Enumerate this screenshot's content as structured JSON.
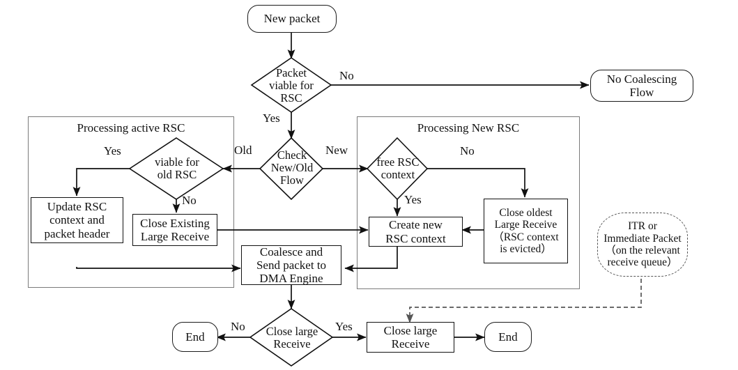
{
  "diagram": {
    "title": "RSC (Receive Side Coalescing) packet processing flowchart",
    "type": "flowchart",
    "colors": {
      "stroke": "#111111",
      "group_stroke": "#7a7a7a",
      "dashed_stroke": "#555555",
      "background": "#ffffff"
    },
    "groups": [
      {
        "id": "group-active",
        "label": "Processing active RSC"
      },
      {
        "id": "group-new",
        "label": "Processing New RSC"
      }
    ],
    "nodes": [
      {
        "id": "new-packet",
        "shape": "terminal",
        "label": "New packet"
      },
      {
        "id": "packet-viable",
        "shape": "decision",
        "label": "Packet\nviable for\nRSC"
      },
      {
        "id": "no-coalescing",
        "shape": "terminal",
        "label": "No Coalescing\nFlow"
      },
      {
        "id": "check-new-old",
        "shape": "decision",
        "label": "Check\nNew/Old\nFlow"
      },
      {
        "id": "viable-old-rsc",
        "shape": "decision",
        "label": "viable for\nold RSC"
      },
      {
        "id": "update-rsc",
        "shape": "process",
        "label": "Update RSC\ncontext and\npacket header"
      },
      {
        "id": "close-existing",
        "shape": "process",
        "label": "Close Existing\nLarge Receive"
      },
      {
        "id": "free-rsc-context",
        "shape": "decision",
        "label": "free RSC\ncontext"
      },
      {
        "id": "create-new-rsc",
        "shape": "process",
        "label": "Create new\nRSC context"
      },
      {
        "id": "close-oldest",
        "shape": "process",
        "label": "Close oldest\nLarge Receive\n（RSC context\nis evicted）"
      },
      {
        "id": "coalesce-send",
        "shape": "process",
        "label": "Coalesce and\nSend packet to\nDMA Engine"
      },
      {
        "id": "itr-immediate",
        "shape": "dashed-terminal",
        "label": "ITR or\nImmediate Packet\n（on the relevant\nreceive queue）"
      },
      {
        "id": "close-large-dec",
        "shape": "decision",
        "label": "Close large\nReceive"
      },
      {
        "id": "close-large-proc",
        "shape": "process",
        "label": "Close large\nReceive"
      },
      {
        "id": "end-left",
        "shape": "terminal",
        "label": "End"
      },
      {
        "id": "end-right",
        "shape": "terminal",
        "label": "End"
      }
    ],
    "edge_labels": {
      "packet_viable_no": "No",
      "packet_viable_yes": "Yes",
      "check_old": "Old",
      "check_new": "New",
      "viable_old_yes": "Yes",
      "viable_old_no": "No",
      "free_ctx_no": "No",
      "free_ctx_yes": "Yes",
      "close_large_no": "No",
      "close_large_yes": "Yes"
    }
  }
}
